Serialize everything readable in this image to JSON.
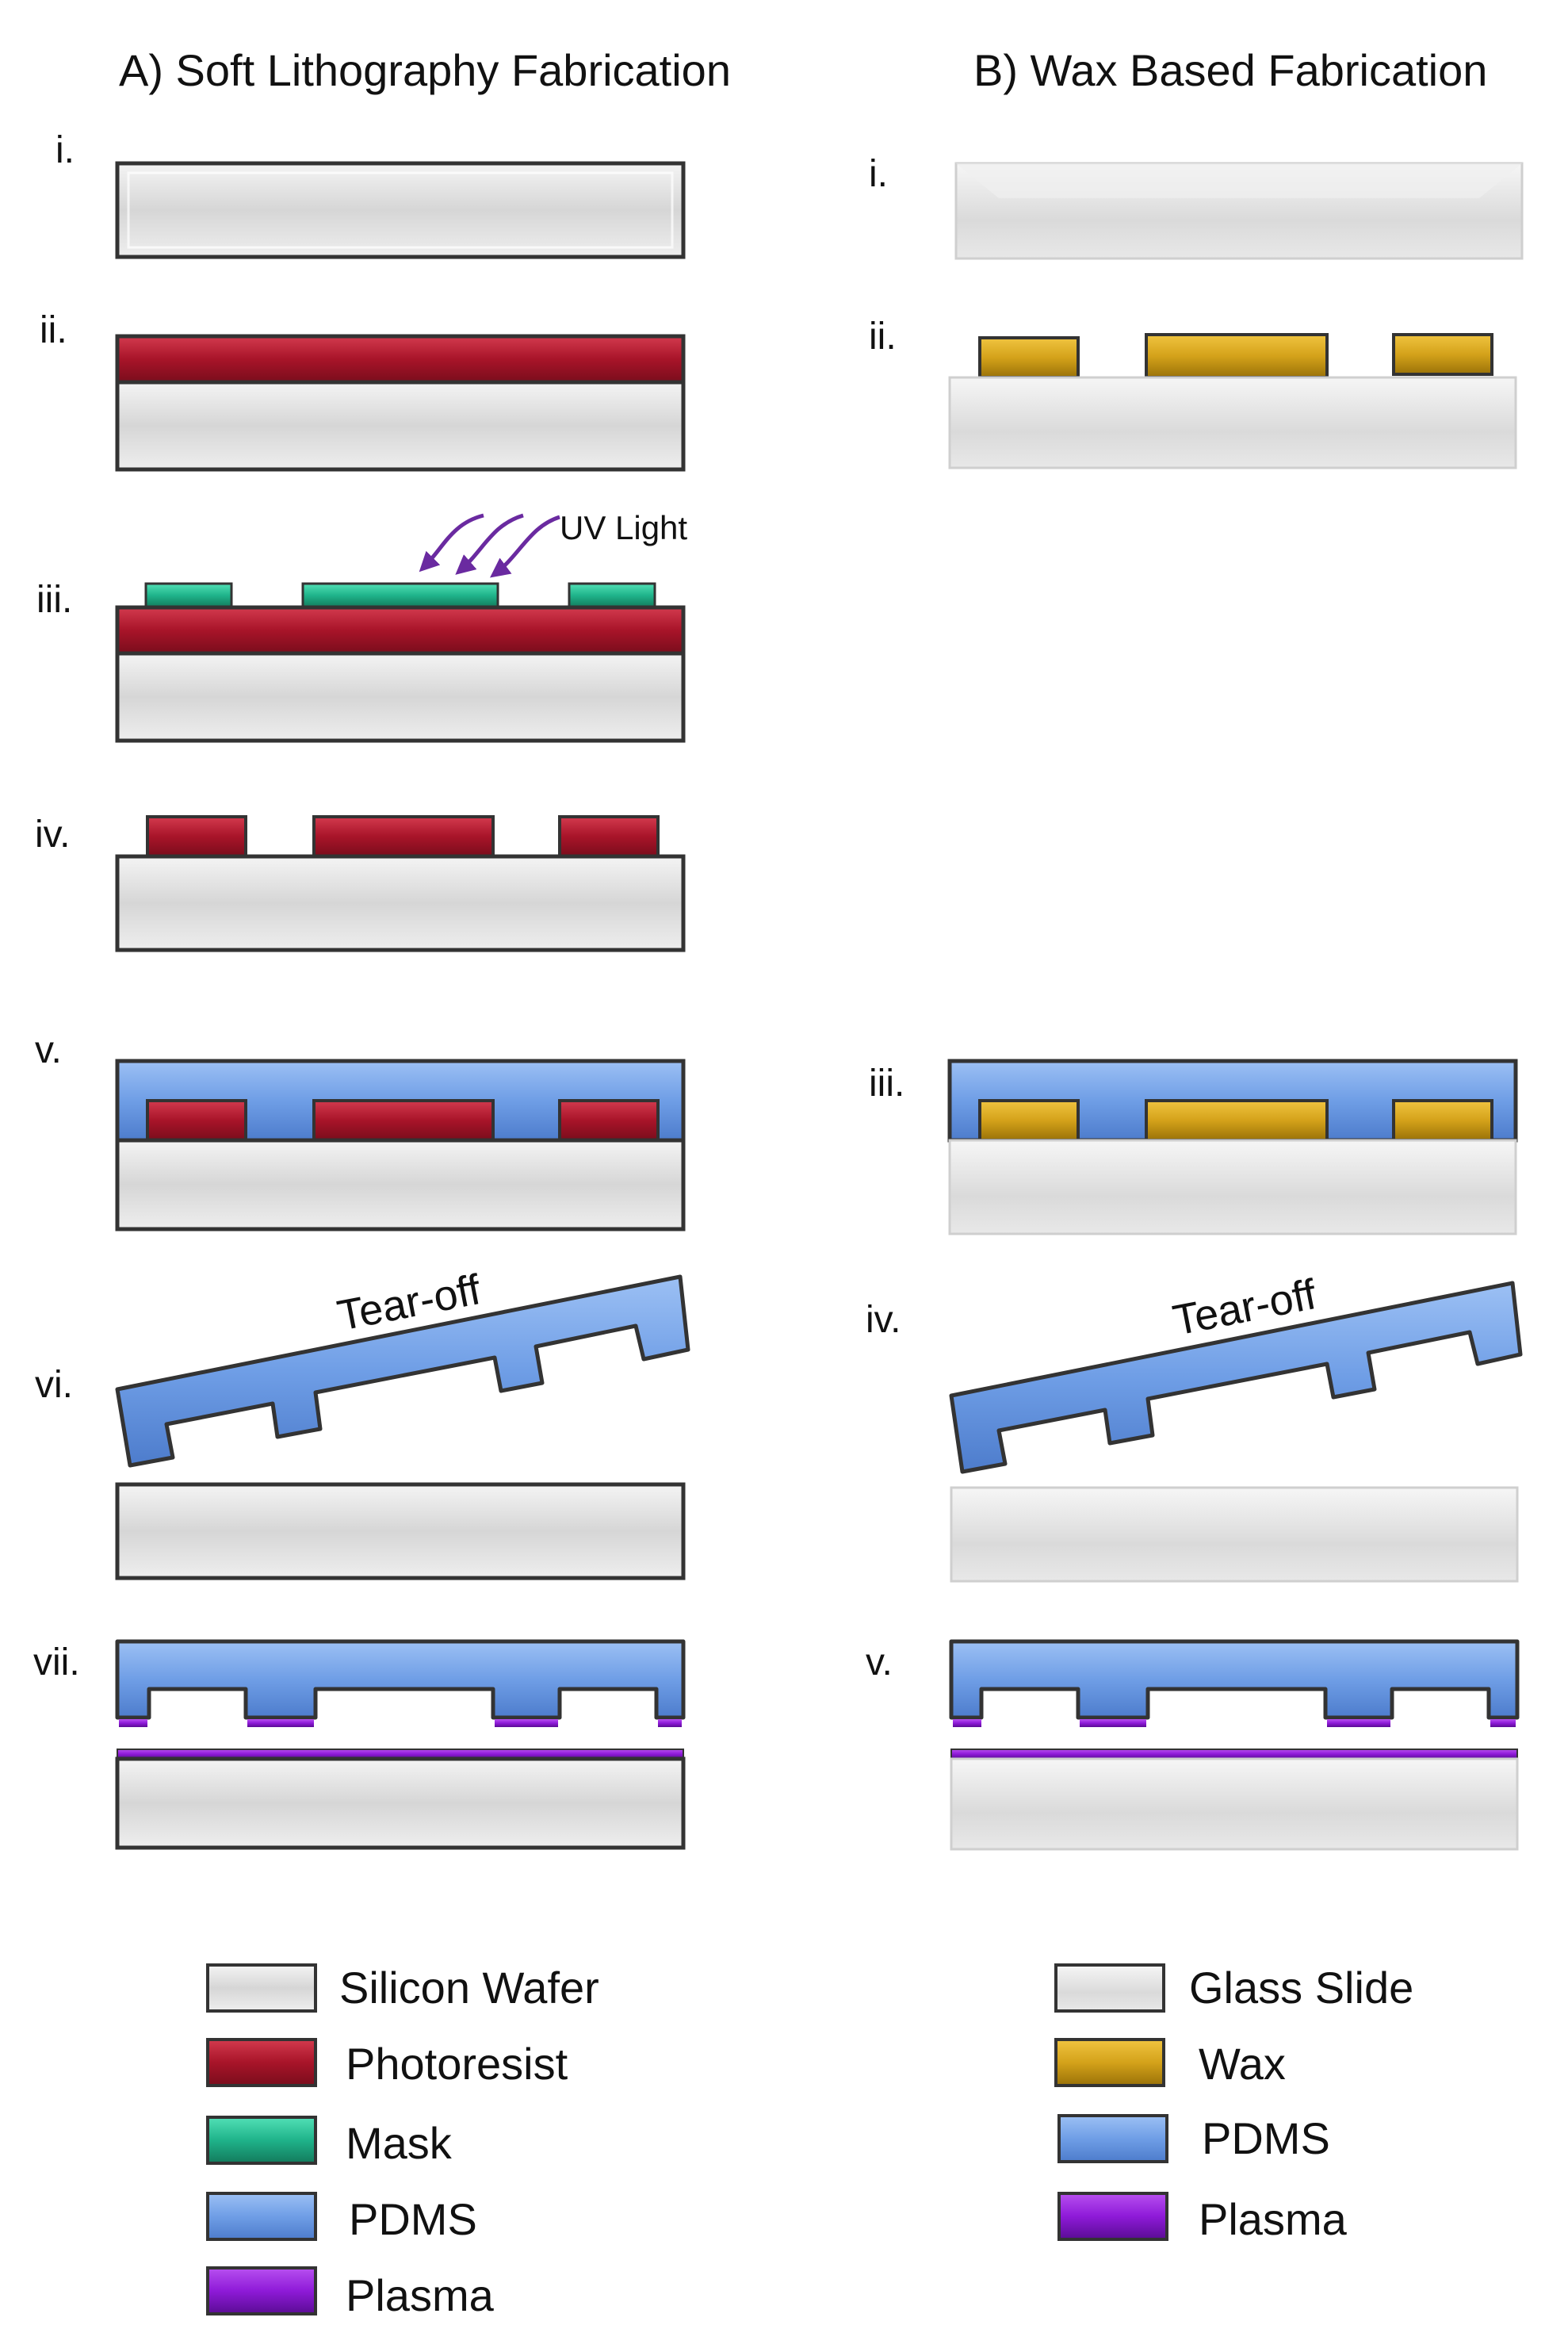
{
  "panels": {
    "a": {
      "title": "A) Soft Lithography Fabrication",
      "steps": [
        "i.",
        "ii.",
        "iii.",
        "iv.",
        "v.",
        "vi.",
        "vii."
      ],
      "uv_label": "UV Light",
      "tear_label": "Tear-off",
      "legend": [
        "Silicon Wafer",
        "Photoresist",
        "Mask",
        "PDMS",
        "Plasma"
      ]
    },
    "b": {
      "title": "B) Wax Based Fabrication",
      "steps": [
        "i.",
        "ii.",
        "iii.",
        "iv.",
        "v."
      ],
      "tear_label": "Tear-off",
      "legend": [
        "Glass Slide",
        "Wax",
        "PDMS",
        "Plasma"
      ]
    }
  },
  "colors": {
    "silicon_wafer": "#dcdcdc",
    "glass_slide": "#e4e4e4",
    "photoresist": "#b0182e",
    "mask": "#1fb38a",
    "pdms": "#6f9ee6",
    "wax": "#d4a21a",
    "plasma": "#8e1ad8",
    "outline": "#333333",
    "uv_arrow": "#6a2aa0"
  }
}
